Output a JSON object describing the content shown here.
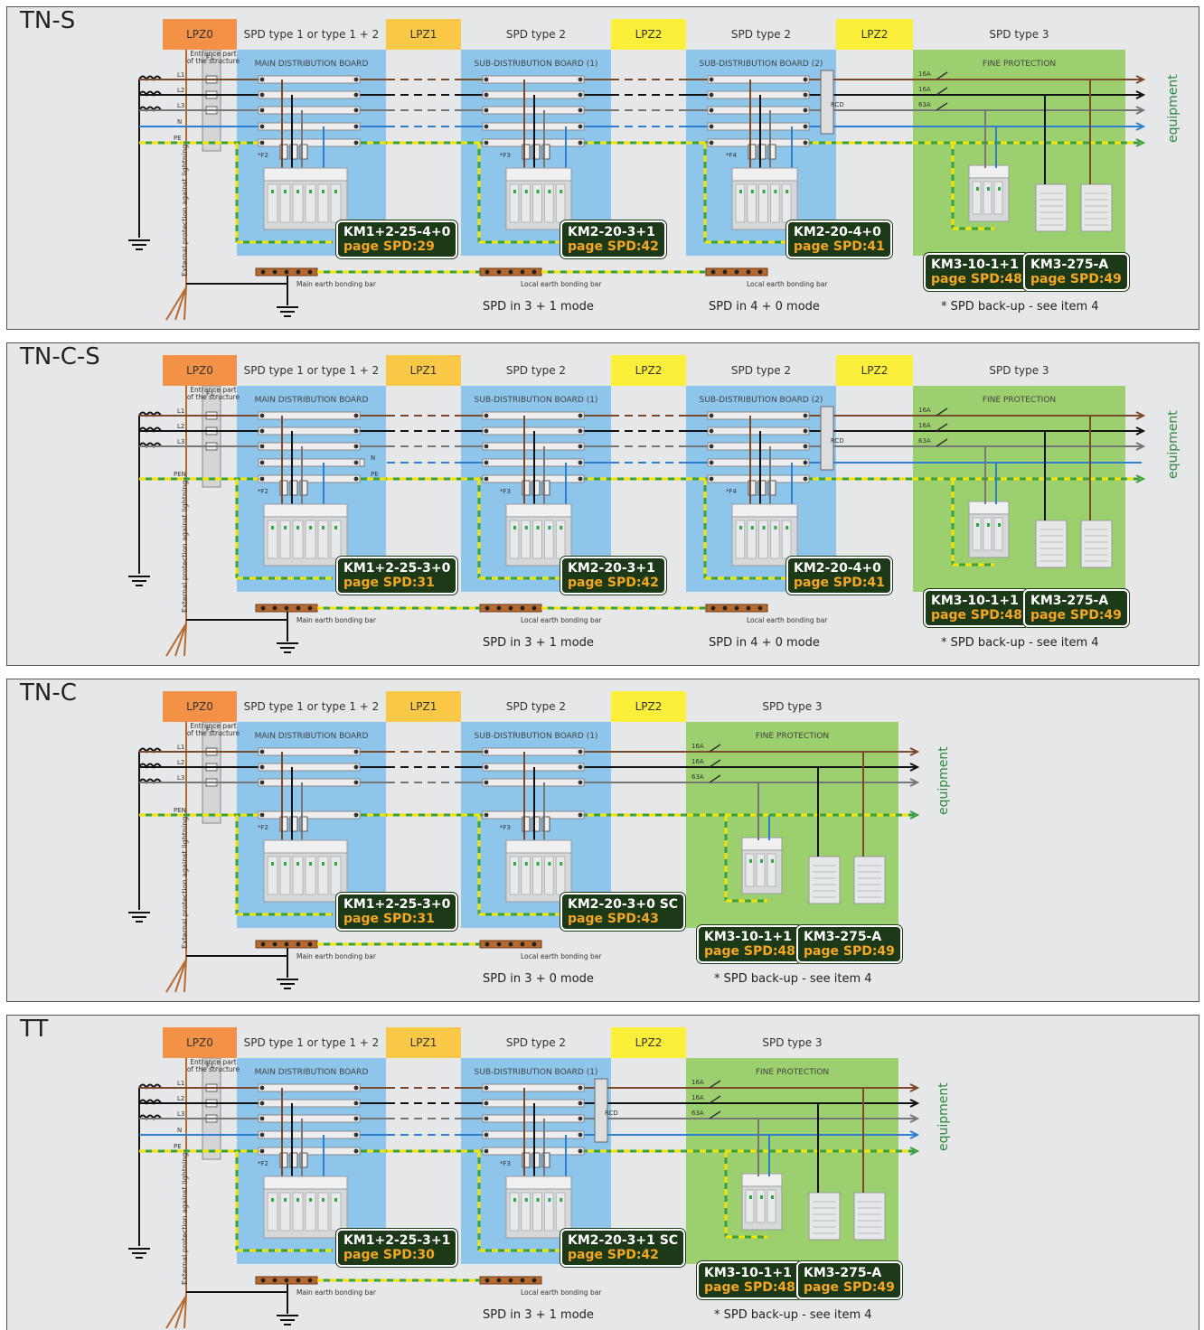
{
  "common": {
    "lpz0": "LPZ0",
    "lpz1": "LPZ1",
    "lpz2": "LPZ2",
    "spd12": "SPD type 1 or type 1 + 2",
    "spd2": "SPD type 2",
    "spd3": "SPD type 3",
    "main_board": "MAIN DISTRIBUTION BOARD",
    "sub_board_1": "SUB-DISTRIBUTION BOARD (1)",
    "sub_board_2": "SUB-DISTRIBUTION BOARD (2)",
    "fine_protection": "FINE PROTECTION",
    "entrance": "Entrance part of the structure",
    "ext_protection": "External protection against lightning",
    "main_bar": "Main earth bonding bar",
    "local_bar": "Local earth bonding bar",
    "equipment": "equipment",
    "backup": "* SPD back-up - see item 4",
    "f1": "F1",
    "f2": "*F2",
    "f3": "*F3",
    "f4": "*F4",
    "rcd": "RCD",
    "l1": "L1",
    "l2": "L2",
    "l3": "L3",
    "n": "N",
    "pe": "PE",
    "pen": "PEN",
    "a16": "16A",
    "a63": "63A",
    "km3": "KM3-10-1+1",
    "km3_page": "page SPD:48",
    "km3b": "KM3-275-A",
    "km3b_page": "page SPD:49"
  },
  "panels": [
    {
      "title": "TN-S",
      "tag1": {
        "model": "KM1+2-25-4+0",
        "page": "page SPD:29"
      },
      "tag2": {
        "model": "KM2-20-3+1",
        "page": "page SPD:42"
      },
      "tag3": {
        "model": "KM2-20-4+0",
        "page": "page SPD:41"
      },
      "mode1": "SPD in 3 + 1 mode",
      "mode2": "SPD in 4 + 0 mode"
    },
    {
      "title": "TN-C-S",
      "tag1": {
        "model": "KM1+2-25-3+0",
        "page": "page SPD:31"
      },
      "tag2": {
        "model": "KM2-20-3+1",
        "page": "page SPD:42"
      },
      "tag3": {
        "model": "KM2-20-4+0",
        "page": "page SPD:41"
      },
      "mode1": "SPD in 3 + 1 mode",
      "mode2": "SPD in 4 + 0 mode"
    },
    {
      "title": "TN-C",
      "tag1": {
        "model": "KM1+2-25-3+0",
        "page": "page SPD:31"
      },
      "tag2": {
        "model": "KM2-20-3+0 SC",
        "page": "page SPD:43"
      },
      "mode1": "SPD in 3 + 0 mode"
    },
    {
      "title": "TT",
      "tag1": {
        "model": "KM1+2-25-3+1",
        "page": "page SPD:30"
      },
      "tag2": {
        "model": "KM2-20-3+1 SC",
        "page": "page SPD:42"
      },
      "mode1": "SPD in 3 + 1 mode"
    }
  ],
  "colors": {
    "orange": "#f39247",
    "yellow_lpz1": "#f9c846",
    "yellow_lpz2": "#fbef3a",
    "blue_board": "#8ec5ea",
    "green_fine": "#9ccf6e",
    "brown": "#7a4a2a",
    "black": "#111111",
    "gray": "#777777",
    "blue_n": "#2f7fd0",
    "pe_green": "#3aa044",
    "pe_yellow": "#f2e300",
    "tag_bg": "#1d3a18",
    "tag_page": "#f5a623"
  }
}
